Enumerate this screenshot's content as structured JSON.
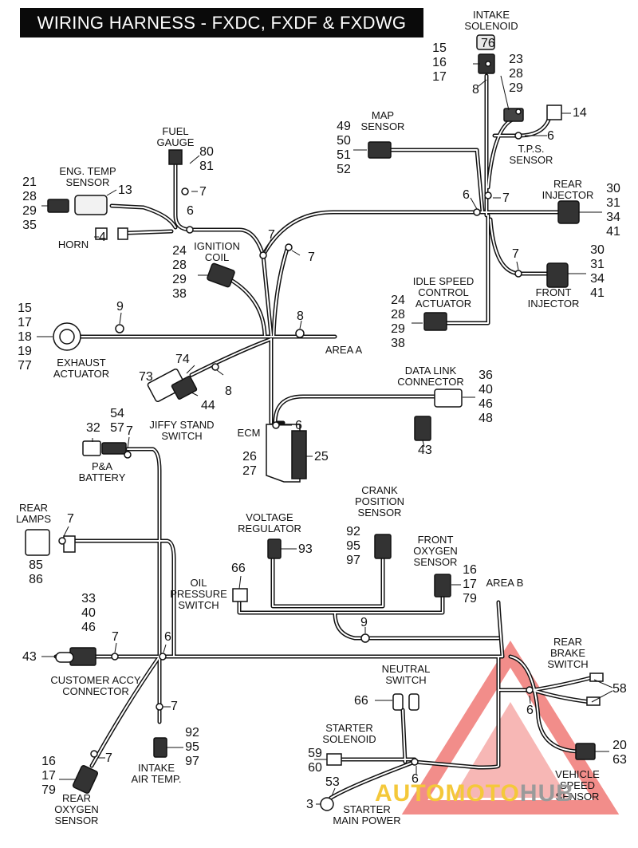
{
  "title": "WIRING HARNESS - FXDC, FXDF & FXDWG",
  "components": {
    "intake_solenoid": "INTAKE\nSOLENOID",
    "map_sensor": "MAP\nSENSOR",
    "tps_sensor": "T.P.S.\nSENSOR",
    "fuel_gauge": "FUEL\nGAUGE",
    "eng_temp_sensor": "ENG. TEMP\nSENSOR",
    "horn": "HORN",
    "ignition_coil": "IGNITION\nCOIL",
    "rear_injector": "REAR\nINJECTOR",
    "front_injector": "FRONT\nINJECTOR",
    "idle_speed": "IDLE SPEED\nCONTROL\nACTUATOR",
    "exhaust_actuator": "EXHAUST\nACTUATOR",
    "area_a": "AREA A",
    "jiffy_stand": "JIFFY STAND\nSWITCH",
    "data_link": "DATA LINK\nCONNECTOR",
    "ecm": "ECM",
    "pa_battery": "P&A\nBATTERY",
    "rear_lamps": "REAR\nLAMPS",
    "crank_position": "CRANK\nPOSITION\nSENSOR",
    "voltage_regulator": "VOLTAGE\nREGULATOR",
    "front_oxygen": "FRONT\nOXYGEN\nSENSOR",
    "oil_pressure": "OIL\nPRESSURE\nSWITCH",
    "area_b": "AREA B",
    "customer_accy": "CUSTOMER ACCY\nCONNECTOR",
    "rear_brake": "REAR\nBRAKE\nSWITCH",
    "neutral_switch": "NEUTRAL\nSWITCH",
    "starter_solenoid": "STARTER\nSOLENOID",
    "intake_air_temp": "INTAKE\nAIR TEMP.",
    "vehicle_speed": "VEHICLE\nSPEED\nSENSOR",
    "rear_oxygen": "REAR\nOXYGEN\nSENSOR",
    "starter_main_power": "STARTER\nMAIN POWER"
  },
  "callouts": {
    "n76": "76",
    "n15a": "15",
    "n16a": "16",
    "n17a": "17",
    "n8a": "8",
    "n23": "23",
    "n28a": "28",
    "n29a": "29",
    "n14": "14",
    "n6tps": "6",
    "n49": "49",
    "n50": "50",
    "n51": "51",
    "n52": "52",
    "n80": "80",
    "n81": "81",
    "n7fuel": "7",
    "n21": "21",
    "n28b": "28",
    "n29b": "29",
    "n35": "35",
    "n13": "13",
    "n6eng": "6",
    "n4": "4",
    "n6map": "6",
    "n7map": "7",
    "n30a": "30",
    "n31a": "31",
    "n34a": "34",
    "n41a": "41",
    "n24a": "24",
    "n28c": "28",
    "n29c": "29",
    "n38a": "38",
    "n7ign1": "7",
    "n7ign2": "7",
    "n7fi": "7",
    "n30b": "30",
    "n31b": "31",
    "n34b": "34",
    "n41b": "41",
    "n24b": "24",
    "n28d": "28",
    "n29d": "29",
    "n38b": "38",
    "n15b": "15",
    "n17b": "17",
    "n18": "18",
    "n19": "19",
    "n77": "77",
    "n9a": "9",
    "n8b": "8",
    "n74": "74",
    "n73": "73",
    "n44": "44",
    "n8c": "8",
    "n36": "36",
    "n40a": "40",
    "n46a": "46",
    "n48": "48",
    "n43a": "43",
    "n6ecm": "6",
    "n25": "25",
    "n26": "26",
    "n27": "27",
    "n54": "54",
    "n57": "57",
    "n32": "32",
    "n7pa": "7",
    "n7rl": "7",
    "n85": "85",
    "n86": "86",
    "n92a": "92",
    "n95a": "95",
    "n97a": "97",
    "n93": "93",
    "n66a": "66",
    "n16b": "16",
    "n17c": "17",
    "n79a": "79",
    "n9b": "9",
    "n33": "33",
    "n40b": "40",
    "n46b": "46",
    "n7ca": "7",
    "n6ca": "6",
    "n43b": "43",
    "n58": "58",
    "n6rb": "6",
    "n66b": "66",
    "n7iat": "7",
    "n92b": "92",
    "n95b": "95",
    "n97b": "97",
    "n59": "59",
    "n60": "60",
    "n53": "53",
    "n3": "3",
    "n6ss": "6",
    "n20": "20",
    "n63": "63",
    "n16c": "16",
    "n17d": "17",
    "n79b": "79",
    "n7ro": "7"
  },
  "watermark": {
    "part1": "AUTOMOTO",
    "part2": "HUB",
    "color1": "#f4c83a",
    "color2": "#9a9a9a",
    "triangle_color": "#e8302a"
  }
}
